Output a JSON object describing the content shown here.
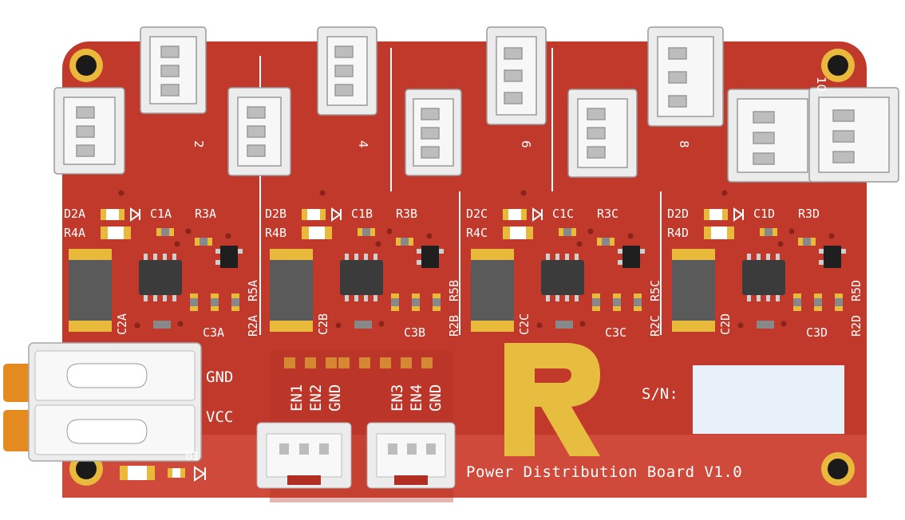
{
  "board": {
    "title": "Power Distribution Board V1.0",
    "serial_label": "S/N:",
    "serial_value": "",
    "logo_letter": "R",
    "colors": {
      "pcb": "#c0392b",
      "pcb_light": "#cf4a3a",
      "silkscreen": "#ffffff",
      "pad": "#e8b93a",
      "connector": "#e9e9e9",
      "terminal_lever": "#e58a1f",
      "chip": "#3b3b3b",
      "logo": "#e7bd40"
    }
  },
  "power_terminal": {
    "gnd_label": "GND",
    "vcc_label": "VCC",
    "partial_label": "01"
  },
  "enable_headers": [
    {
      "labels": [
        "EN1",
        "EN2",
        "GND"
      ]
    },
    {
      "labels": [
        "EN3",
        "EN4",
        "GND"
      ]
    }
  ],
  "channels": [
    {
      "d2": "D2A",
      "r4": "R4A",
      "c1": "C1A",
      "r3": "R3A",
      "c2": "C2A",
      "c3": "C3A",
      "r2": "R2A",
      "r5": "R5A"
    },
    {
      "d2": "D2B",
      "r4": "R4B",
      "c1": "C1B",
      "r3": "R3B",
      "c2": "C2B",
      "c3": "C3B",
      "r2": "R2B",
      "r5": "R5B"
    },
    {
      "d2": "D2C",
      "r4": "R4C",
      "c1": "C1C",
      "r3": "R3C",
      "c2": "C2C",
      "c3": "C3C",
      "r2": "R2C",
      "r5": "R5C"
    },
    {
      "d2": "D2D",
      "r4": "R4D",
      "c1": "C1D",
      "r3": "R3D",
      "c2": "C2D",
      "c3": "C3D",
      "r2": "R2D",
      "r5": "R5D"
    }
  ],
  "connector_numbers": [
    "2",
    "4",
    "6",
    "8",
    "10"
  ]
}
